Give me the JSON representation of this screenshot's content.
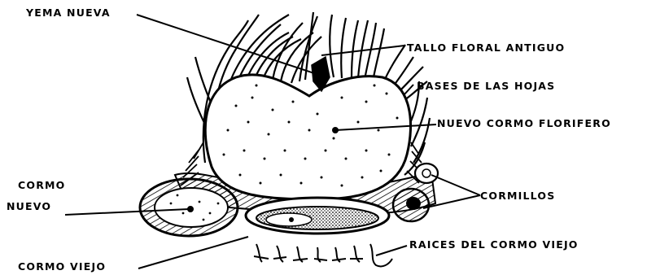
{
  "labels": {
    "yema_nueva": "YEMA NUEVA",
    "tallo_floral": "TALLO FLORAL ANTIGUO",
    "bases_hojas": "BASES DE LAS HOJAS",
    "nuevo_cormo": "NUEVO CORMO FLORIFERO",
    "cormo_nuevo_1": "CORMO",
    "cormo_nuevo_2": "NUEVO",
    "cormillos": "CORMILLOS",
    "raices": "RAICES DEL CORMO VIEJO",
    "cormo_viejo": "CORMO VIEJO"
  }
}
